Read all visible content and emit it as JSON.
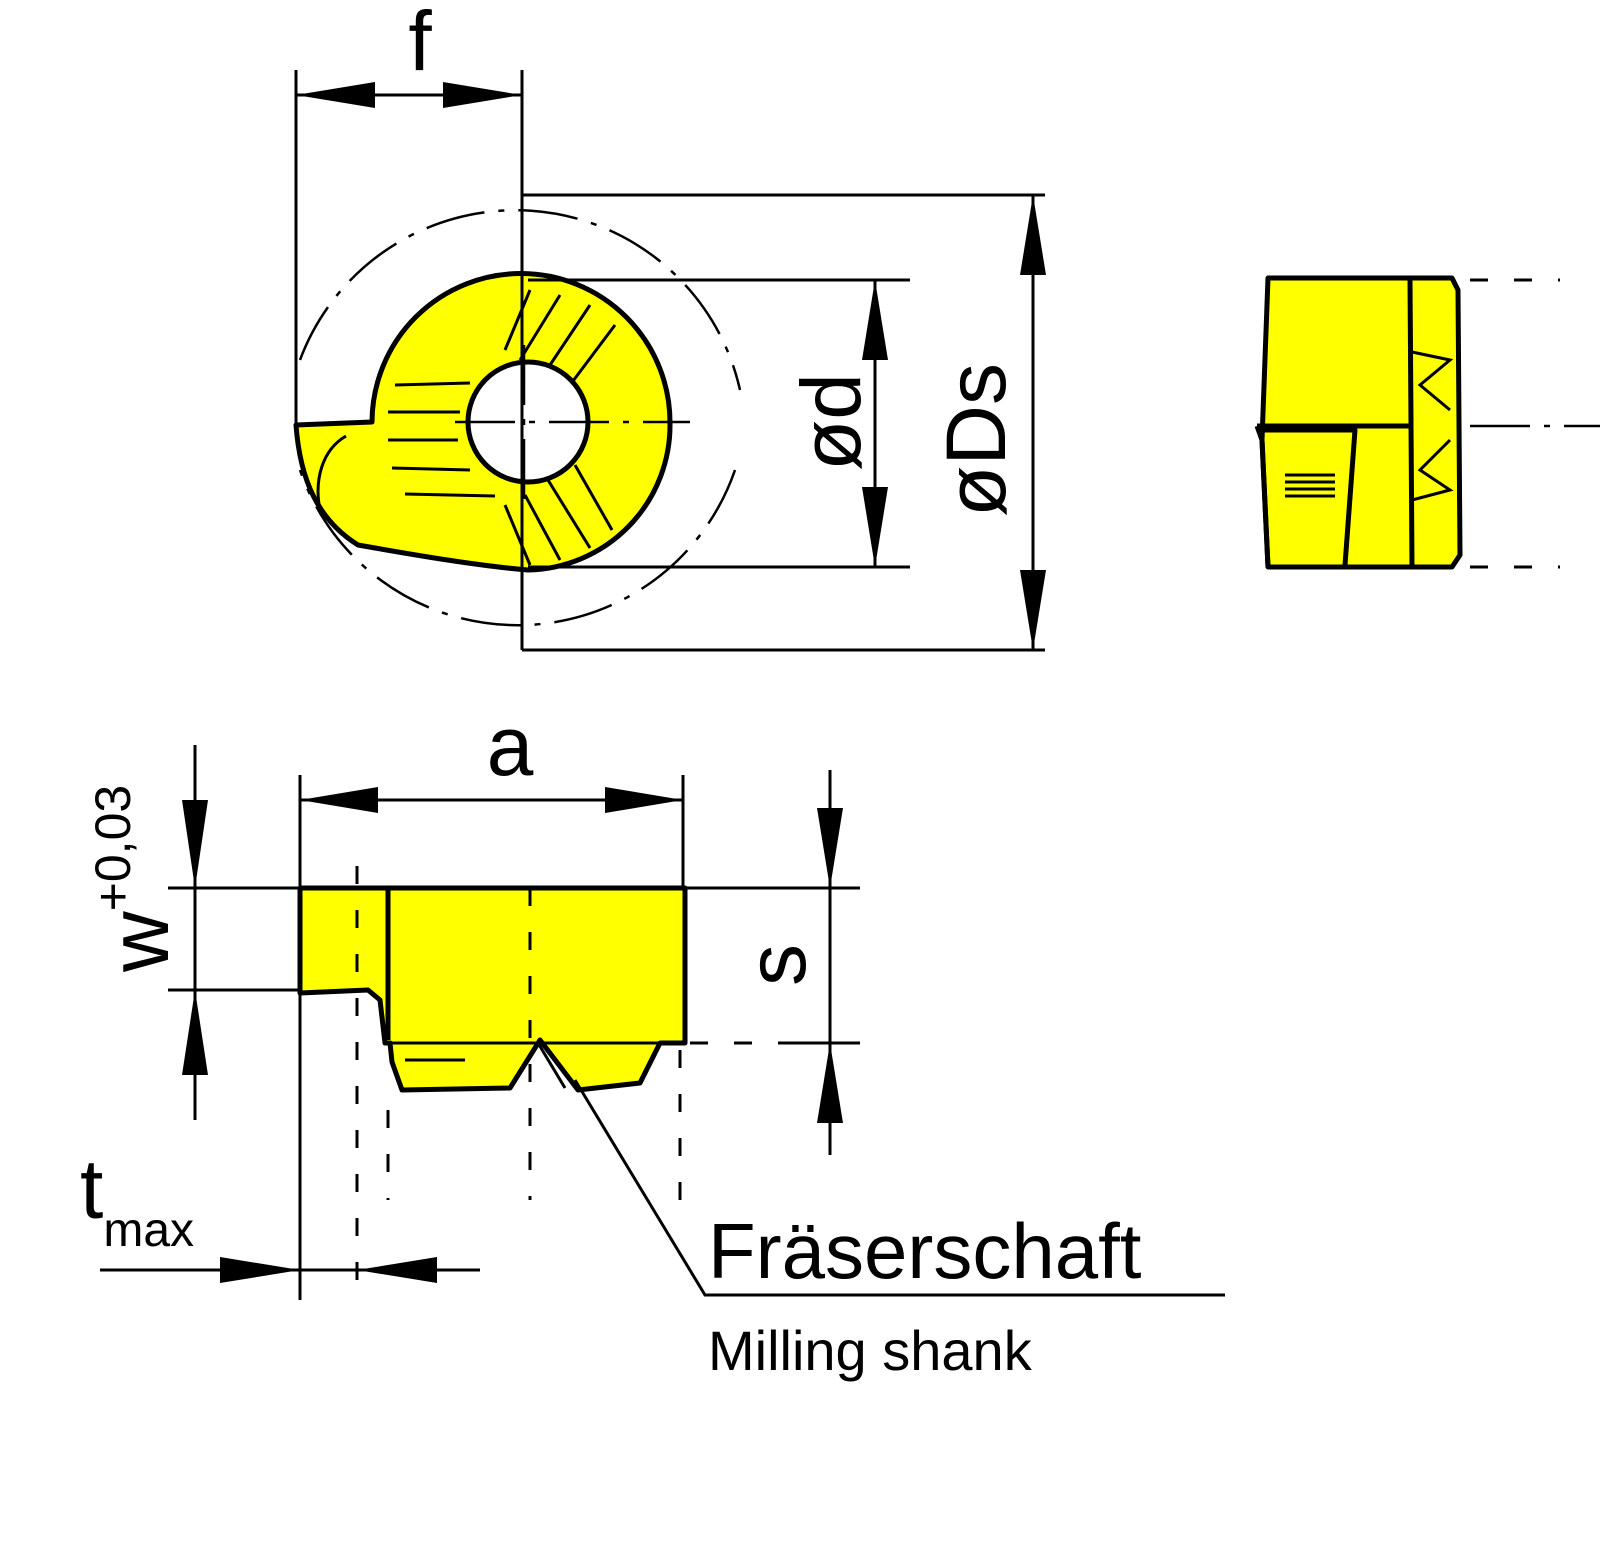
{
  "colors": {
    "insert": "#ffff00",
    "line": "#000000",
    "background": "#ffffff"
  },
  "labels": {
    "f": "f",
    "d": "ød",
    "Ds": "øDs",
    "a": "a",
    "w": "w",
    "w_tol": "+0,03",
    "s": "s",
    "t": "t",
    "t_sub": "max",
    "callout_de": "Fräserschaft",
    "callout_en": "Milling shank"
  }
}
